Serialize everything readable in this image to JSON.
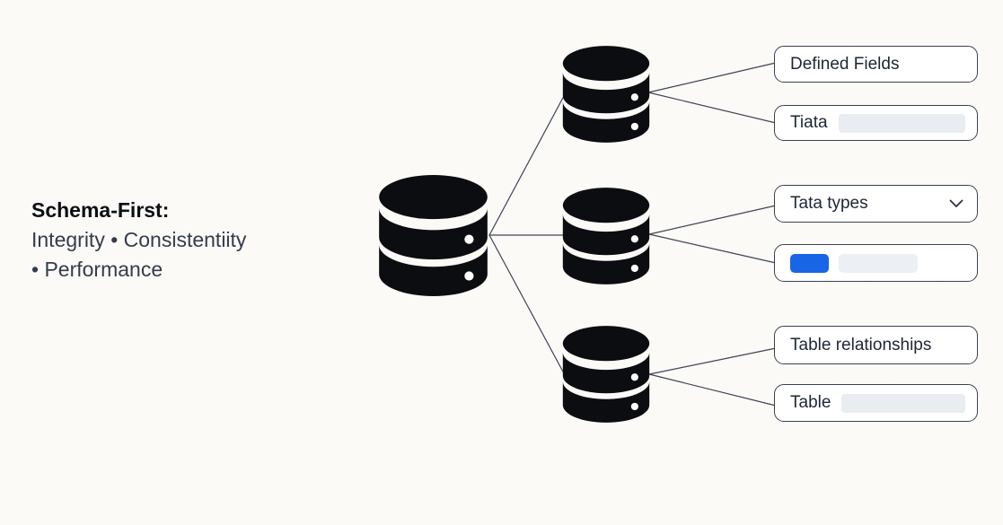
{
  "page": {
    "background_color": "#FCFAF7",
    "theme": "schema-first database diagram"
  },
  "left_text": {
    "title": "Schema-First:",
    "line1": "Integrity • Consistentiity",
    "line2": "• Performance"
  },
  "diagram": {
    "root_icon": "database-icon",
    "child_icon_count": 3,
    "icon_color": "#0B0D10",
    "line_color": "#3C4454"
  },
  "boxes": {
    "defined_fields": {
      "label": "Defined Fields"
    },
    "tiata": {
      "label": "Tiata",
      "has_placeholder": true
    },
    "tata_types": {
      "label": "Tata types",
      "icon": "chevron-down-icon"
    },
    "progress": {
      "bar_color": "#1865E6",
      "track_color": "#ECEFF3"
    },
    "table_relationships": {
      "label": "Table relationships"
    },
    "table": {
      "label": "Table",
      "has_placeholder": true
    }
  },
  "colors": {
    "box_border": "#3A4150",
    "box_text": "#1E2635",
    "placeholder_gray": "#E9EDF2",
    "accent_blue": "#1865E6",
    "connector": "#3C4454"
  }
}
